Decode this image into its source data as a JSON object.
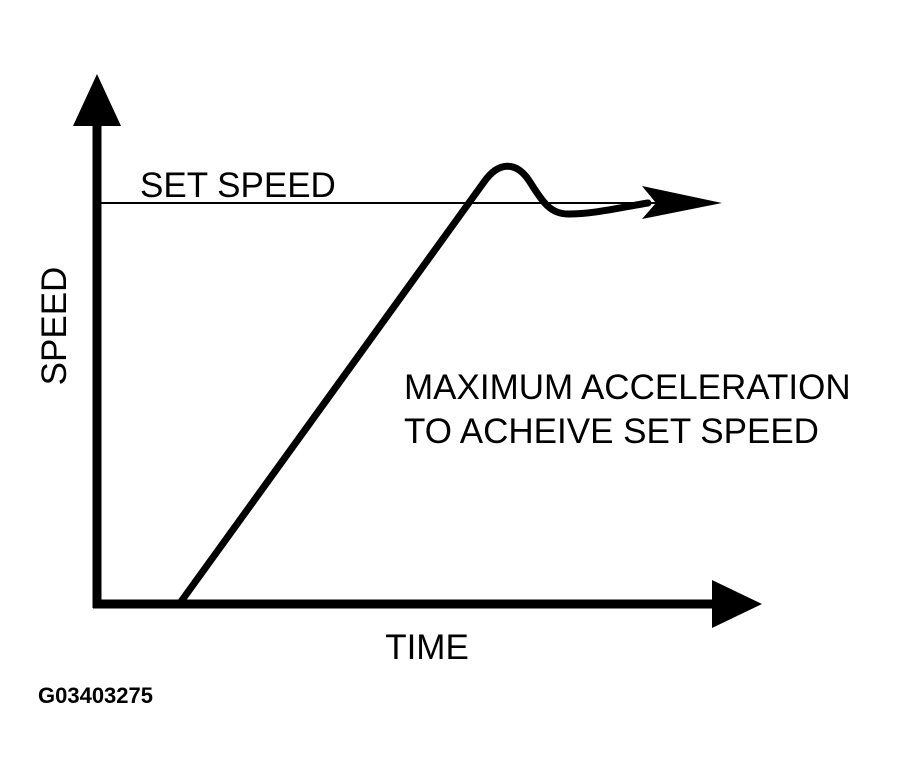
{
  "diagram": {
    "y_axis_label": "SPEED",
    "x_axis_label": "TIME",
    "set_speed_label": "SET SPEED",
    "annotation": {
      "line1": "MAXIMUM ACCELERATION",
      "line2": "TO ACHEIVE SET SPEED"
    },
    "figure_id": "G03403275"
  },
  "colors": {
    "ink": "#000000",
    "background": "#ffffff"
  }
}
